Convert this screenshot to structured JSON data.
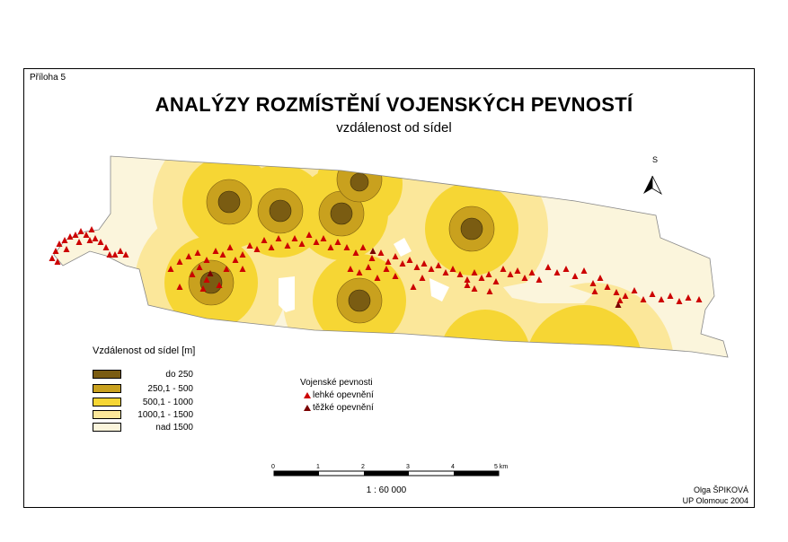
{
  "appendix_label": "Příloha 5",
  "title": "ANALÝZY ROZMÍSTĚNÍ VOJENSKÝCH PEVNOSTÍ",
  "subtitle": "vzdálenost od sídel",
  "north_label": "S",
  "legend_distance": {
    "title": "Vzdálenost od sídel [m]",
    "classes": [
      {
        "label": "do 250",
        "color": "#7a5c12"
      },
      {
        "label": "250,1 -   500",
        "color": "#c9a11e"
      },
      {
        "label": "500,1 - 1000",
        "color": "#f6d634"
      },
      {
        "label": "1000,1 - 1500",
        "color": "#fbe79a"
      },
      {
        "label": "nad 1500",
        "color": "#fbf5dc"
      }
    ]
  },
  "legend_fortifications": {
    "title": "Vojenské pevnosti",
    "items": [
      {
        "label": "lehké opevnění",
        "color": "#cc0000"
      },
      {
        "label": "těžké opevnění",
        "color": "#7a0000"
      }
    ]
  },
  "scale_bar": {
    "labels": [
      "0",
      "1",
      "2",
      "3",
      "4",
      "5 km"
    ],
    "ratio": "1 : 60 000"
  },
  "author": {
    "name": "Olga ŠPIKOVÁ",
    "institution": "UP Olomouc 2004"
  }
}
